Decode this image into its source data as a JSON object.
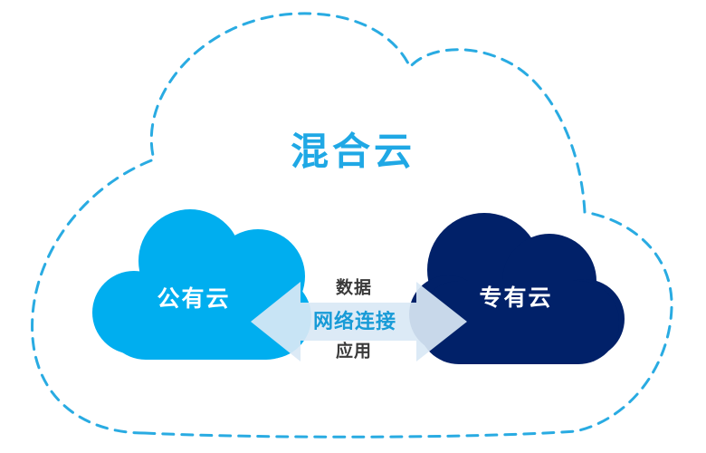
{
  "diagram": {
    "title": "混合云",
    "title_color": "#1FA8E5",
    "outline_color": "#29ABE2",
    "public_cloud": {
      "label": "公有云",
      "fill": "#00AEEF",
      "label_color": "#FFFFFF"
    },
    "private_cloud": {
      "label": "专有云",
      "fill": "#012169",
      "label_color": "#FFFFFF"
    },
    "connection": {
      "arrow_fill": "#D9E8F5",
      "top_label": "数据",
      "middle_label": "网络连接",
      "bottom_label": "应用",
      "middle_label_color": "#189BD7",
      "side_label_color": "#3A3A3A"
    }
  }
}
